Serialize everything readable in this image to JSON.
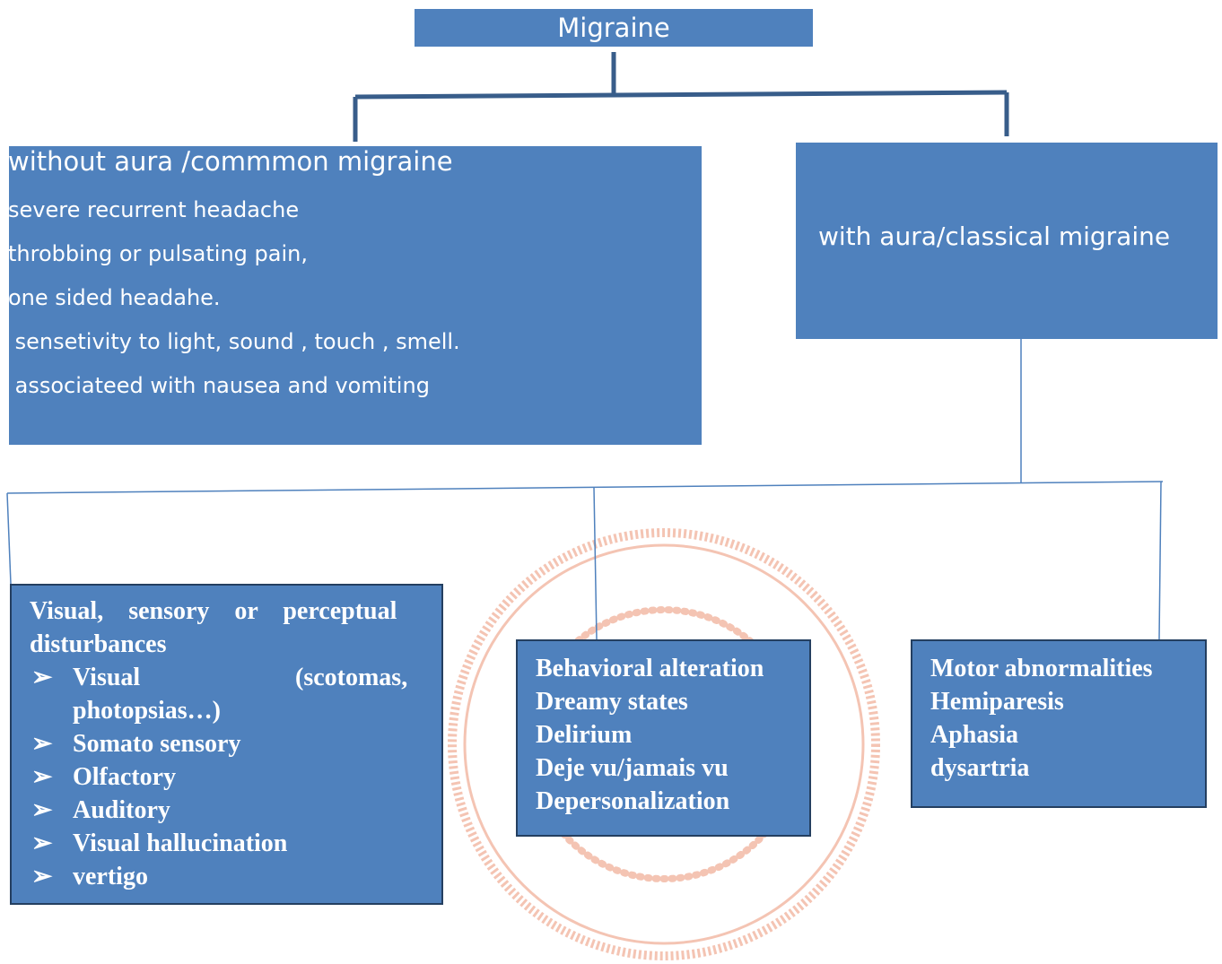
{
  "title": "Migraine",
  "without_aura": {
    "heading": "without aura /commmon  migraine",
    "lines": [
      "severe recurrent headache",
      "throbbing or pulsating  pain,",
      "one sided headahe.",
      " sensetivity to light, sound , touch , smell.",
      " associateed with nausea and vomiting"
    ]
  },
  "with_aura": {
    "heading": "with aura/classical  migraine"
  },
  "visual_box": {
    "heading_line1": "Visual,    sensory    or    perceptual",
    "heading_line2": "disturbances",
    "bullet_symbol": "➢",
    "items": [
      "Visual",
      "(scotomas,",
      "photopsias…)",
      "Somato sensory",
      "Olfactory",
      "Auditory",
      "Visual hallucination",
      "vertigo"
    ]
  },
  "behavior_box": {
    "lines": [
      "Behavioral alteration",
      "Dreamy states",
      "Delirium",
      "Deje vu/jamais vu",
      "Depersonalization"
    ]
  },
  "motor_box": {
    "lines": [
      "Motor abnormalities",
      "Hemiparesis",
      "Aphasia",
      "dysartria"
    ]
  },
  "colors": {
    "box_fill": "#4f81bd",
    "box_border": "#243f60",
    "connector_dark": "#385d8a",
    "connector_light": "#4f81bd",
    "watermark": "#f2b8a4"
  }
}
